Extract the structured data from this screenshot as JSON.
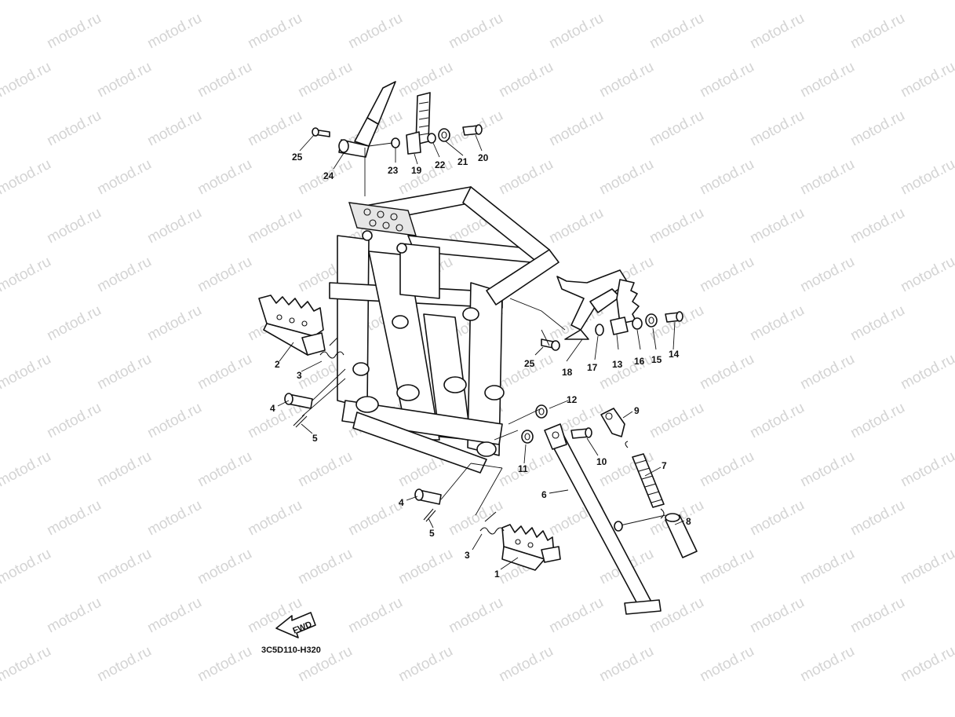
{
  "watermark": {
    "text": "motod.ru",
    "color": "#d4d4d4"
  },
  "diagram_code": "3C5D110-H320",
  "fwd_label": "FWD",
  "callouts": [
    {
      "id": "c1",
      "label": "1"
    },
    {
      "id": "c2",
      "label": "2"
    },
    {
      "id": "c3a",
      "label": "3"
    },
    {
      "id": "c3b",
      "label": "3"
    },
    {
      "id": "c4a",
      "label": "4"
    },
    {
      "id": "c4b",
      "label": "4"
    },
    {
      "id": "c5a",
      "label": "5"
    },
    {
      "id": "c5b",
      "label": "5"
    },
    {
      "id": "c6",
      "label": "6"
    },
    {
      "id": "c7",
      "label": "7"
    },
    {
      "id": "c8",
      "label": "8"
    },
    {
      "id": "c9",
      "label": "9"
    },
    {
      "id": "c10",
      "label": "10"
    },
    {
      "id": "c11",
      "label": "11"
    },
    {
      "id": "c12",
      "label": "12"
    },
    {
      "id": "c13",
      "label": "13"
    },
    {
      "id": "c14",
      "label": "14"
    },
    {
      "id": "c15",
      "label": "15"
    },
    {
      "id": "c16",
      "label": "16"
    },
    {
      "id": "c17",
      "label": "17"
    },
    {
      "id": "c18",
      "label": "18"
    },
    {
      "id": "c19",
      "label": "19"
    },
    {
      "id": "c20",
      "label": "20"
    },
    {
      "id": "c21",
      "label": "21"
    },
    {
      "id": "c22",
      "label": "22"
    },
    {
      "id": "c23",
      "label": "23"
    },
    {
      "id": "c24",
      "label": "24"
    },
    {
      "id": "c25a",
      "label": "25"
    },
    {
      "id": "c25b",
      "label": "25"
    }
  ]
}
